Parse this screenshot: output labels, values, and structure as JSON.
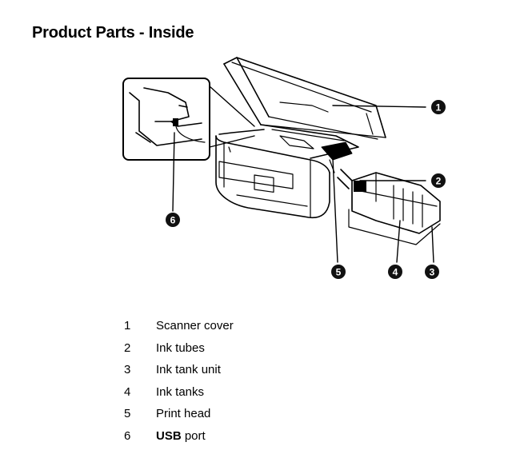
{
  "page": {
    "title": "Product Parts - Inside"
  },
  "callouts": [
    "1",
    "2",
    "3",
    "4",
    "5",
    "6"
  ],
  "parts": [
    {
      "number": "1",
      "label": "Scanner cover"
    },
    {
      "number": "2",
      "label": "Ink tubes"
    },
    {
      "number": "3",
      "label": "Ink tank unit"
    },
    {
      "number": "4",
      "label": "Ink tanks"
    },
    {
      "number": "5",
      "label": "Print head"
    },
    {
      "number": "6",
      "label_bold": "USB",
      "label_rest": " port"
    }
  ]
}
